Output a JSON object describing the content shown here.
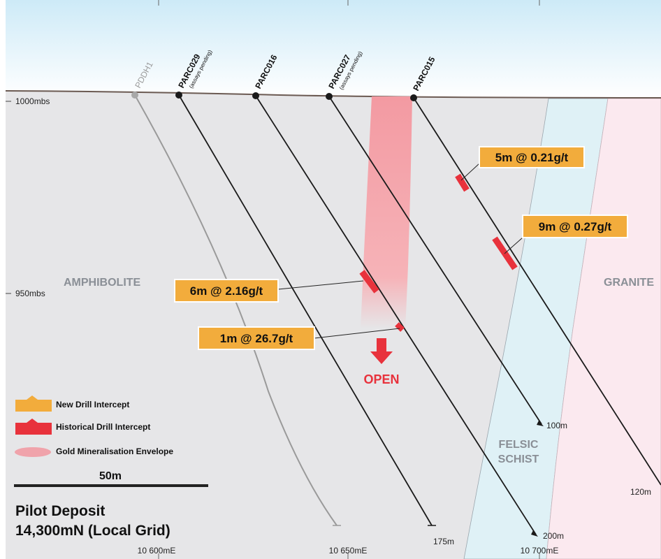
{
  "rock_units": {
    "amphibolite": "AMPHIBOLITE",
    "granite": "GRANITE",
    "felsic_line1": "FELSIC",
    "felsic_line2": "SCHIST"
  },
  "depth_labels": {
    "d1000": "1000mbs",
    "d950": "950mbs"
  },
  "eastings": {
    "e600": "10 600mE",
    "e650": "10 650mE",
    "e700": "10 700mE"
  },
  "drill_holes": {
    "pddh1": {
      "name": "PDDH1"
    },
    "parc029": {
      "name": "PARC029",
      "note": "(assays pending)",
      "end_depth": "175m"
    },
    "parc016": {
      "name": "PARC016",
      "end_depth": "200m"
    },
    "parc027": {
      "name": "PARC027",
      "note": "(assays pending)",
      "end_depth": "100m"
    },
    "parc015": {
      "name": "PARC015",
      "end_depth": "120m"
    }
  },
  "intercepts": {
    "i1": "5m @ 0.21g/t",
    "i2": "9m @ 0.27g/t",
    "i3": "6m @ 2.16g/t",
    "i4": "1m @ 26.7g/t"
  },
  "open_label": "OPEN",
  "legend": {
    "new": "New Drill Intercept",
    "historical": "Historical Drill Intercept",
    "envelope": "Gold Mineralisation Envelope"
  },
  "scale_label": "50m",
  "title": {
    "line1": "Pilot Deposit",
    "line2": "14,300mN (Local Grid)"
  },
  "colors": {
    "sky_top": "#d6eef9",
    "sky_bottom": "#ffffff",
    "amphibolite": "#e5e6e8",
    "felsic_schist": "#def1f6",
    "granite": "#fbe8ee",
    "callout_fill": "#f2ac3c",
    "intercept_red": "#e8323c",
    "envelope": "#f4a3aa"
  }
}
